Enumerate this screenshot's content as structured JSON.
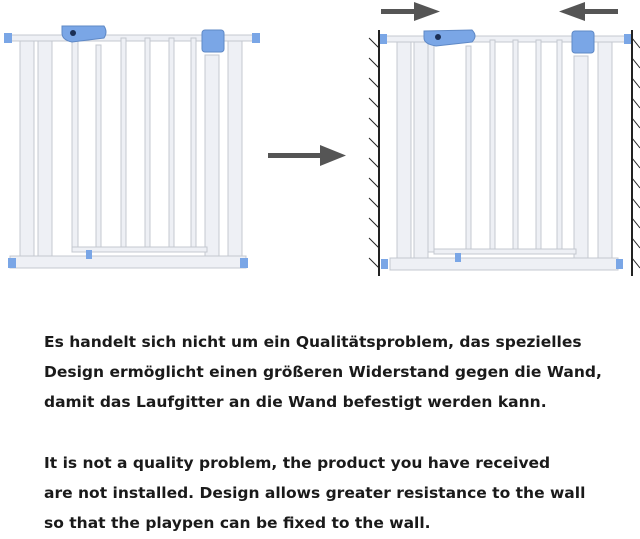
{
  "text_de": [
    "Es handelt sich nicht um ein Qualitätsproblem, das spezielles",
    "Design ermöglicht einen größeren Widerstand gegen die Wand,",
    "damit das Laufgitter an die Wand befestigt werden kann."
  ],
  "text_en": [
    "It is not a quality problem, the product you have received",
    "are not installed. Design allows greater resistance to the wall",
    "so that the playpen can be fixed to the wall."
  ],
  "colors": {
    "frame": "#eef0f5",
    "frame_stroke": "#c4c8d0",
    "accent_blue": "#7aa6e6",
    "arrow": "#555555",
    "wall": "#222222"
  },
  "icons": [
    "baby-gate-uninstalled",
    "arrow-right-icon",
    "baby-gate-installed",
    "wall-hatching",
    "pressure-arrow-icon"
  ]
}
